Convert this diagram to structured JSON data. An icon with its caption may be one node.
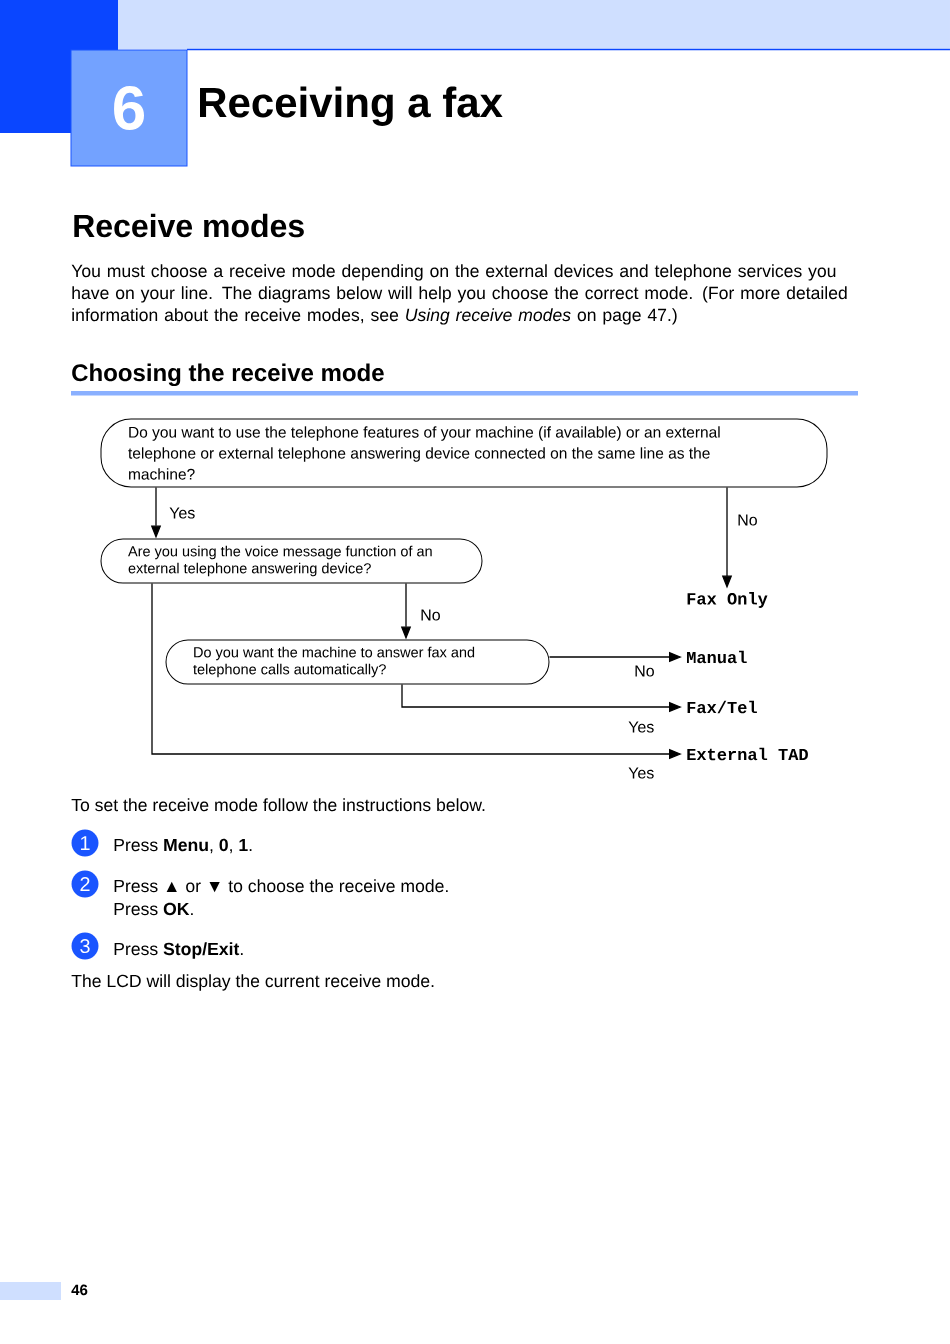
{
  "diagram": {
    "title": "Receiving a fax",
    "nodes": [
      {
        "text": [
          "Do you want to use the telephone features of your machine (if available) or an external telephone or external telephone answering device connected on the same line as the machine?"
        ]
      },
      {
        "text": [
          "Are you using the voice message function of an external telephone answering device?"
        ]
      },
      {
        "text": [
          "Do you want the machine to answer fax and telephone calls automatically?"
        ]
      },
      {
        "text": [
          "Fax Only"
        ]
      },
      {
        "text": [
          "Manual"
        ]
      },
      {
        "text": [
          "Fax/Tel"
        ]
      },
      {
        "text": [
          "External TAD"
        ]
      }
    ],
    "edges": [
      {
        "from": 0,
        "to": 1,
        "arrow": "to",
        "label": "Yes"
      },
      {
        "from": 0,
        "to": 3,
        "arrow": "to",
        "label": "No"
      },
      {
        "from": 1,
        "to": 2,
        "arrow": "to",
        "label": "No"
      },
      {
        "from": 2,
        "to": 4,
        "arrow": "to",
        "label": "No"
      },
      {
        "from": 2,
        "to": 5,
        "arrow": "to",
        "label": "Yes"
      },
      {
        "from": 1,
        "to": 6,
        "arrow": "to",
        "label": "Yes"
      }
    ],
    "labels": [
      "6",
      "Receive modes",
      "You must choose a receive mode depending on the external devices and telephone services you have on your line. The diagrams below will help you choose the correct mode. (For more detailed information about the receive modes, see *Using receive modes* on page 47.)",
      "Choosing the receive mode",
      "To set the receive mode follow the instructions below.",
      "1",
      "Press **Menu**, **0**, **1**.",
      "2",
      "Press ▲ or ▼ to choose the receive mode.",
      "Press **OK**.",
      "3",
      "Press **Stop/Exit**.",
      "The LCD will display the current receive mode.",
      "46"
    ]
  }
}
